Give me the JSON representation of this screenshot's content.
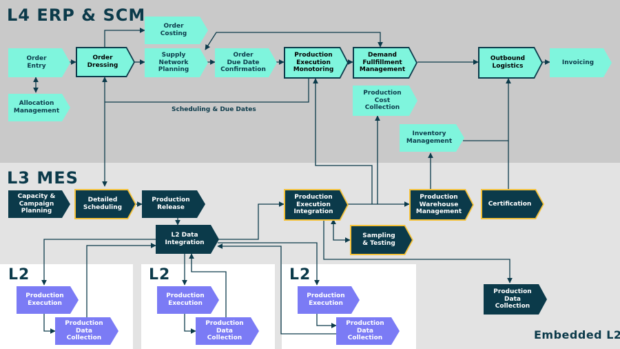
{
  "layers": {
    "l4": "L4 ERP & SCM",
    "l3": "L3 MES",
    "l2": "L2",
    "embedded": "Embedded L2"
  },
  "labels": {
    "scheduling": "Scheduling & Due Dates"
  },
  "nodes": {
    "order_entry": "Order\nEntry",
    "order_dressing": "Order\nDressing",
    "order_costing": "Order\nCosting",
    "supply_network_planning": "Supply\nNetwork\nPlanning",
    "order_due_date_confirmation": "Order\nDue Date\nConfirmation",
    "production_execution_monitoring": "Production\nExecution\nMonotoring",
    "demand_fulfillment_management": "Demand\nFullfillment\nManagement",
    "outbound_logistics": "Outbound\nLogistics",
    "invoicing": "Invoicing",
    "allocation_management": "Allocation\nManagement",
    "production_cost_collection": "Production\nCost\nCollection",
    "inventory_management": "Inventory\nManagement",
    "capacity_campaign_planning": "Capacity &\nCampaign\nPlanning",
    "detailed_scheduling": "Detailed\nScheduling",
    "production_release": "Production\nRelease",
    "production_execution_integration": "Production\nExecution\nIntegration",
    "production_warehouse_management": "Production\nWarehouse\nManagement",
    "certification": "Certification",
    "l2_data_integration": "L2 Data\nIntegration",
    "sampling_testing": "Sampling\n& Testing",
    "embedded_production_data_collection": "Production\nData\nCollection",
    "l2a_production_execution": "Production\nExecution",
    "l2a_production_data_collection": "Production\nData\nCollection",
    "l2b_production_execution": "Production\nExecution",
    "l2b_production_data_collection": "Production\nData\nCollection",
    "l2c_production_execution": "Production\nExecution",
    "l2c_production_data_collection": "Production\nData\nCollection"
  },
  "colors": {
    "erp_fill": "#7ff5dd",
    "mes_fill": "#0b3a4a",
    "l2_fill": "#7b7bf5",
    "highlight_border": "#f5c23a",
    "connector": "#0b3a4a"
  }
}
